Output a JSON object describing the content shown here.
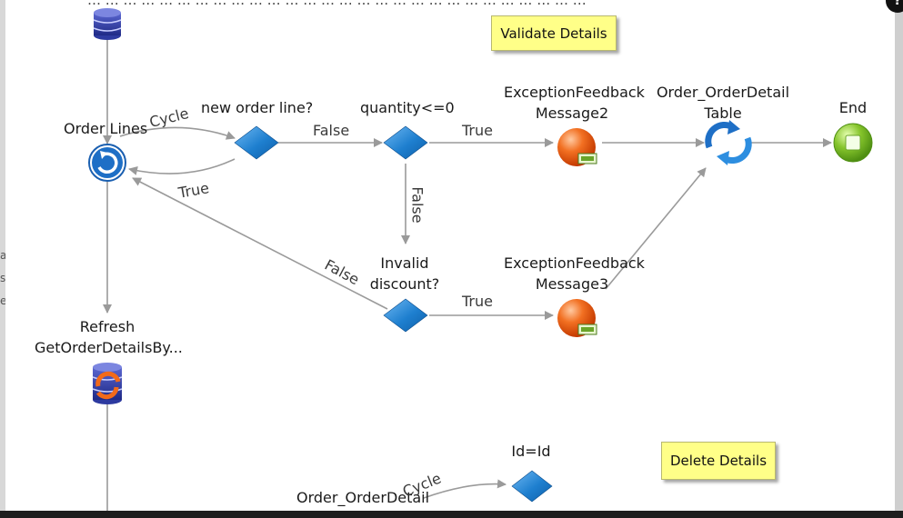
{
  "top_text": "… … … … … … … … … … … … … … … … … … … … … … … … … … … …",
  "notes": {
    "validate": "Validate Details",
    "delete": "Delete Details"
  },
  "nodes": {
    "order_lines": "Order Lines",
    "new_order_line": "new order line?",
    "quantity": "quantity<=0",
    "exception2": [
      "ExceptionFeedback",
      "Message2"
    ],
    "order_detail_table": [
      "Order_OrderDetail",
      "Table"
    ],
    "end": "End",
    "invalid_discount": [
      "Invalid",
      "discount?"
    ],
    "exception3": [
      "ExceptionFeedback",
      "Message3"
    ],
    "refresh": [
      "Refresh",
      "GetOrderDetailsBy..."
    ],
    "id_eq": "Id=Id",
    "order_orderdetail": "Order_OrderDetail"
  },
  "edges": {
    "cycle1": "Cycle",
    "true_loop": "True",
    "false1": "False",
    "true1": "True",
    "false_down": "False",
    "false_back": "False",
    "true2": "True",
    "cycle2": "Cycle"
  },
  "left_strip": [
    "a",
    "s",
    "e"
  ],
  "colors": {
    "flow": "#9a9a9a",
    "diamond": "#1e7fcf",
    "exception": "#ee5a10",
    "end": "#7cc12a",
    "note": "#ffff88",
    "db": "#2d3aa0"
  },
  "icons": [
    "database-icon",
    "loop-icon",
    "decision-diamond-icon",
    "exception-icon",
    "refresh-icon",
    "end-icon",
    "refresh-data-icon"
  ]
}
